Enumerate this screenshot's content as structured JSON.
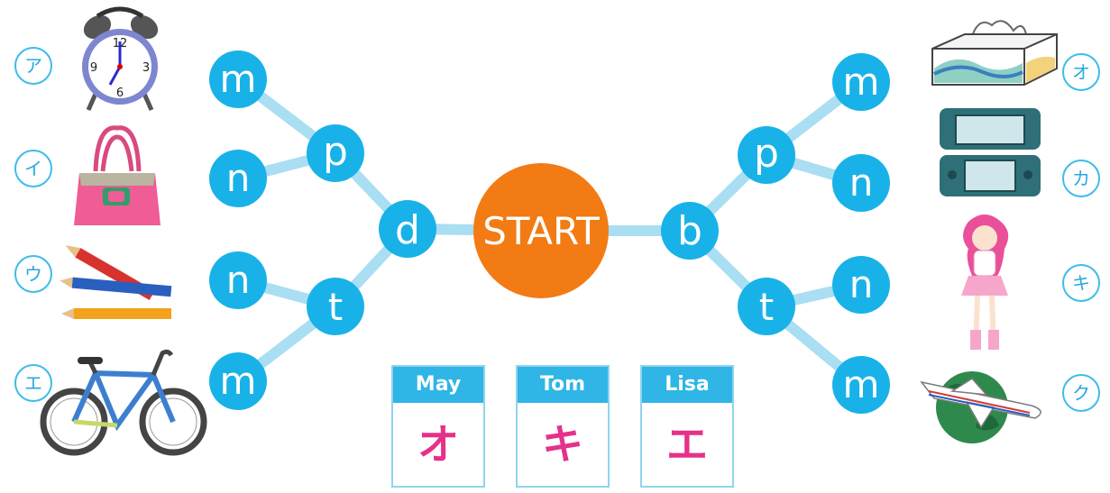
{
  "start_label": "START",
  "left_nodes": {
    "d": "d",
    "p": "p",
    "t": "t",
    "m_top": "m",
    "n_upper": "n",
    "n_lower": "n",
    "m_bottom": "m"
  },
  "right_nodes": {
    "b": "b",
    "p": "p",
    "t": "t",
    "m_top": "m",
    "n_upper": "n",
    "n_lower": "n",
    "m_bottom": "m"
  },
  "left_items": [
    {
      "kana": "ア",
      "icon": "alarm-clock-icon"
    },
    {
      "kana": "イ",
      "icon": "handbag-icon"
    },
    {
      "kana": "ウ",
      "icon": "colored-pencils-icon"
    },
    {
      "kana": "エ",
      "icon": "bicycle-icon"
    }
  ],
  "right_items": [
    {
      "kana": "オ",
      "icon": "tissue-box-icon"
    },
    {
      "kana": "カ",
      "icon": "game-console-icon"
    },
    {
      "kana": "キ",
      "icon": "anime-girl-icon"
    },
    {
      "kana": "ク",
      "icon": "airplane-globe-icon"
    }
  ],
  "clock_numbers": {
    "n12": "12",
    "n3": "3",
    "n6": "6",
    "n9": "9"
  },
  "cards": [
    {
      "name": "May",
      "answer": "オ"
    },
    {
      "name": "Tom",
      "answer": "キ"
    },
    {
      "name": "Lisa",
      "answer": "エ"
    }
  ],
  "colors": {
    "node": "#19b2e8",
    "line": "#a9def3",
    "start": "#f27b13",
    "answer": "#e6318a"
  }
}
